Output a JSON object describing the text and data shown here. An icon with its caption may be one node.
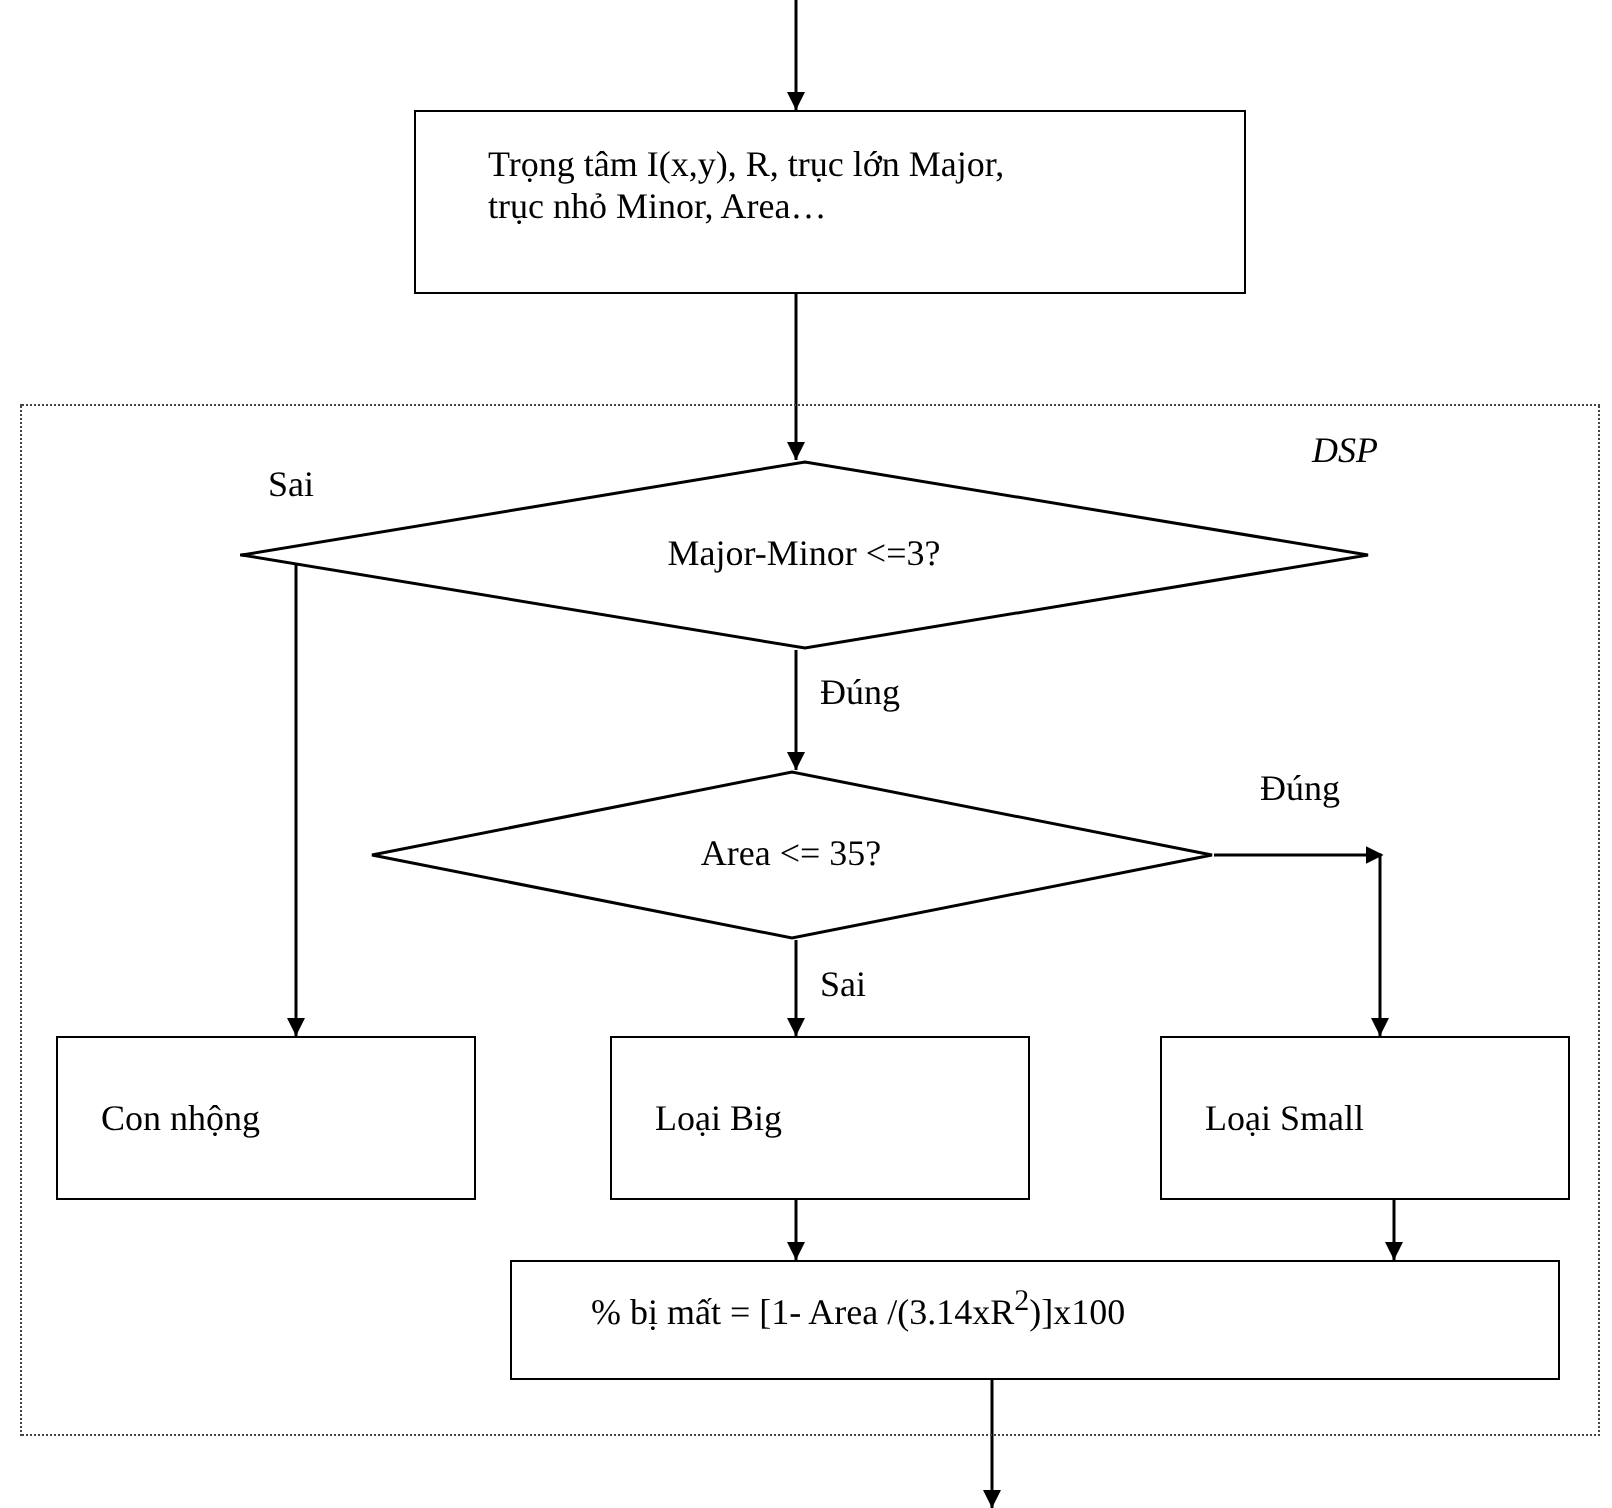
{
  "diagram": {
    "nodes": [
      {
        "text": [
          "DSP"
        ]
      },
      {
        "text": [
          "Trọng tâm I(x,y), R, trục lớn Major, trục nhỏ Minor, Area…"
        ]
      },
      {
        "text": [
          "Major-Minor <=3?"
        ],
        "in": 0
      },
      {
        "text": [
          "Area <= 35?"
        ],
        "in": 0
      },
      {
        "text": [
          "Con nhộng"
        ],
        "in": 0
      },
      {
        "text": [
          "Loại Big"
        ],
        "in": 0
      },
      {
        "text": [
          "Loại Small"
        ],
        "in": 0
      },
      {
        "text": [
          "% bị mất = [1- Area /(3.14xR$^{2}$)]x100"
        ],
        "in": 0
      }
    ],
    "edges": [
      {
        "from": null,
        "to": 1,
        "arrow": "to"
      },
      {
        "from": 1,
        "to": 2,
        "arrow": "to"
      },
      {
        "from": 2,
        "to": 4,
        "arrow": "to",
        "label": "Sai"
      },
      {
        "from": 2,
        "to": 3,
        "arrow": "to",
        "label": "Đúng"
      },
      {
        "from": 3,
        "to": 6,
        "arrow": "to",
        "label": "Đúng"
      },
      {
        "from": 3,
        "to": 5,
        "arrow": "to",
        "label": "Sai"
      },
      {
        "from": 5,
        "to": 7,
        "arrow": "to"
      },
      {
        "from": 6,
        "to": 7,
        "arrow": "to"
      },
      {
        "from": 7,
        "to": null,
        "arrow": "to"
      }
    ]
  }
}
